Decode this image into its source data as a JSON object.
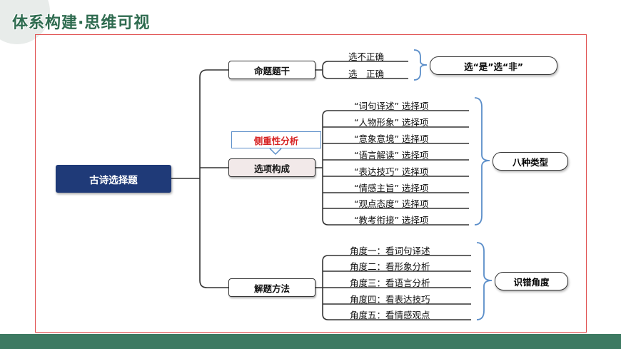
{
  "header": {
    "title": "体系构建·思维可视"
  },
  "colors": {
    "brand_green": "#3d7a62",
    "root_bg": "#1f3a78",
    "frame_border": "#e05050",
    "brace": "#5b8ec9",
    "callout_text": "#d62020"
  },
  "diagram": {
    "root": "古诗选择题",
    "branches": [
      {
        "label": "命题题干",
        "leaves": [
          "选不正确",
          "选　正确"
        ],
        "summary": "选“是”选“非”"
      },
      {
        "label": "选项构成",
        "callout": "侧重性分析",
        "leaves": [
          "“词句译述” 选择项",
          "“人物形象” 选择项",
          "“意象意境” 选择项",
          "“语言解读” 选择项",
          "“表达技巧” 选择项",
          "“情感主旨” 选择项",
          "“观点态度” 选择项",
          "“教考衔接” 选择项"
        ],
        "summary": "八种类型"
      },
      {
        "label": "解题方法",
        "leaves": [
          "角度一：看词句译述",
          "角度二：看形象分析",
          "角度三：看语言分析",
          "角度四：看表达技巧",
          "角度五：看情感观点"
        ],
        "summary": "识错角度"
      }
    ]
  }
}
